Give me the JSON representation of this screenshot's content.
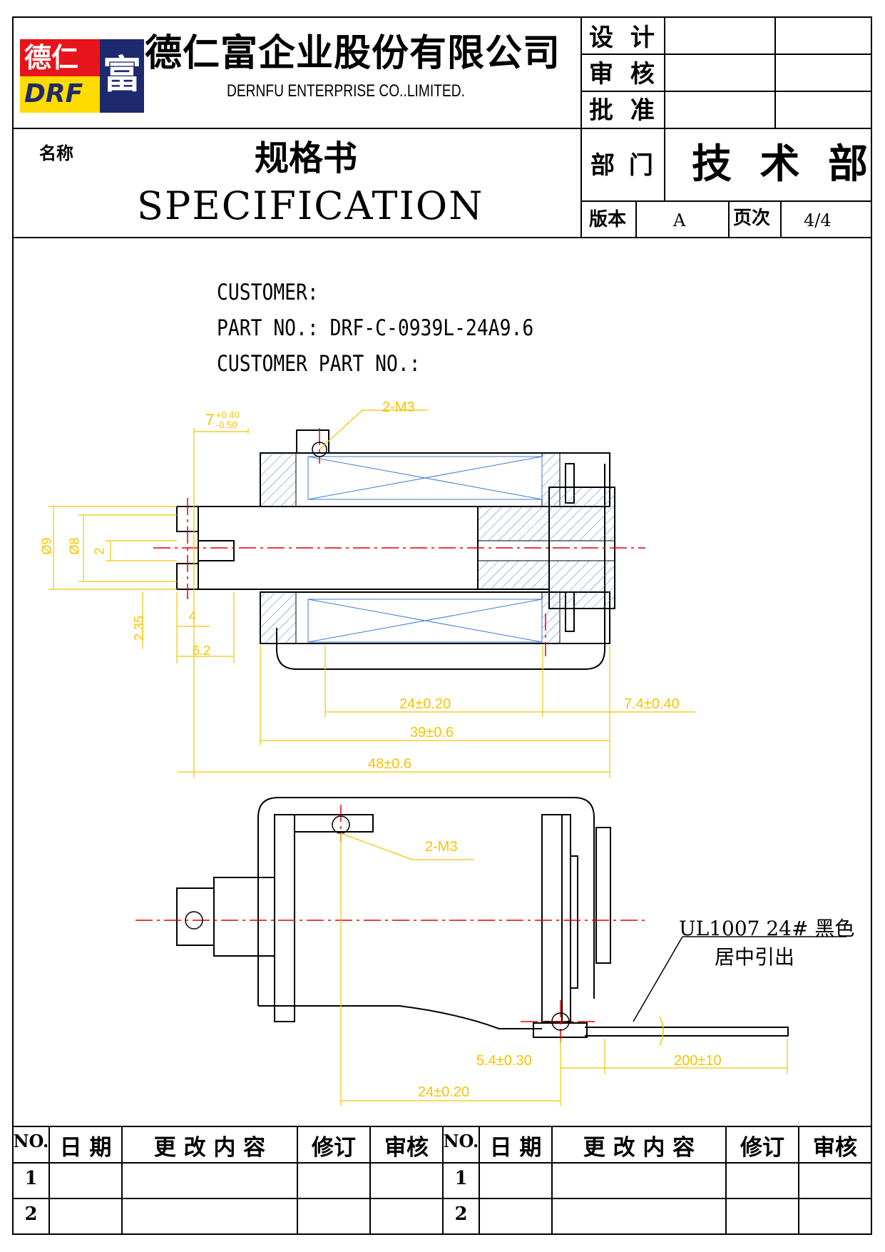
{
  "company": {
    "logo_top": "德仁",
    "logo_side": "富",
    "logo_bottom": "DRF",
    "name_cn": "德仁富企业股份有限公司",
    "name_en": "DERNFU ENTERPRISE CO..LIMITED."
  },
  "signoff": {
    "design": "设 计",
    "review": "审 核",
    "approve": "批 准"
  },
  "title_block": {
    "name_label": "名称",
    "title_cn": "规格书",
    "title_en": "SPECIFICATION",
    "dept_label": "部 门",
    "dept_value": "技 术 部",
    "version_label": "版本",
    "version_value": "A",
    "page_label": "页次",
    "page_value": "4/4"
  },
  "part_info": {
    "customer": "CUSTOMER:",
    "part_no": "PART NO.: DRF-C-0939L-24A9.6",
    "customer_part_no": "CUSTOMER PART NO.:"
  },
  "drawing": {
    "top_view": {
      "thread_callout": "2-M3",
      "dim_stroke_top": "7",
      "dim_stroke_top_tol_plus": "+0.40",
      "dim_stroke_top_tol_minus": "-0.50",
      "dim_d9": "Ø9",
      "dim_d8": "Ø8",
      "dim_2": "2",
      "dim_2_35": "2.35",
      "dim_4": "4",
      "dim_6_2": "6.2",
      "dim_24": "24±0.20",
      "dim_7_4": "7.4±0.40",
      "dim_39": "39±0.6",
      "dim_48": "48±0.6"
    },
    "side_view": {
      "thread_callout": "2-M3",
      "wire_spec": "UL1007 24# 黑色",
      "wire_note": "居中引出",
      "dim_5_4": "5.4±0.30",
      "dim_200": "200±10",
      "dim_24": "24±0.20"
    }
  },
  "revision_table": {
    "headers": [
      "NO.",
      "日 期",
      "更 改 内 容",
      "修订",
      "审核",
      "NO.",
      "日 期",
      "更 改 内 容",
      "修订",
      "审核"
    ],
    "row_numbers": [
      "1",
      "2"
    ]
  },
  "colors": {
    "line": "#000000",
    "dimension": "#f5c400",
    "center_line": "#e00000",
    "coil_hatch": "#3c7bd6",
    "section_hatch": "#3c7bd6",
    "logo_red": "#e8141c",
    "logo_navy": "#1e2a6e",
    "logo_yellow": "#ffdc00"
  }
}
